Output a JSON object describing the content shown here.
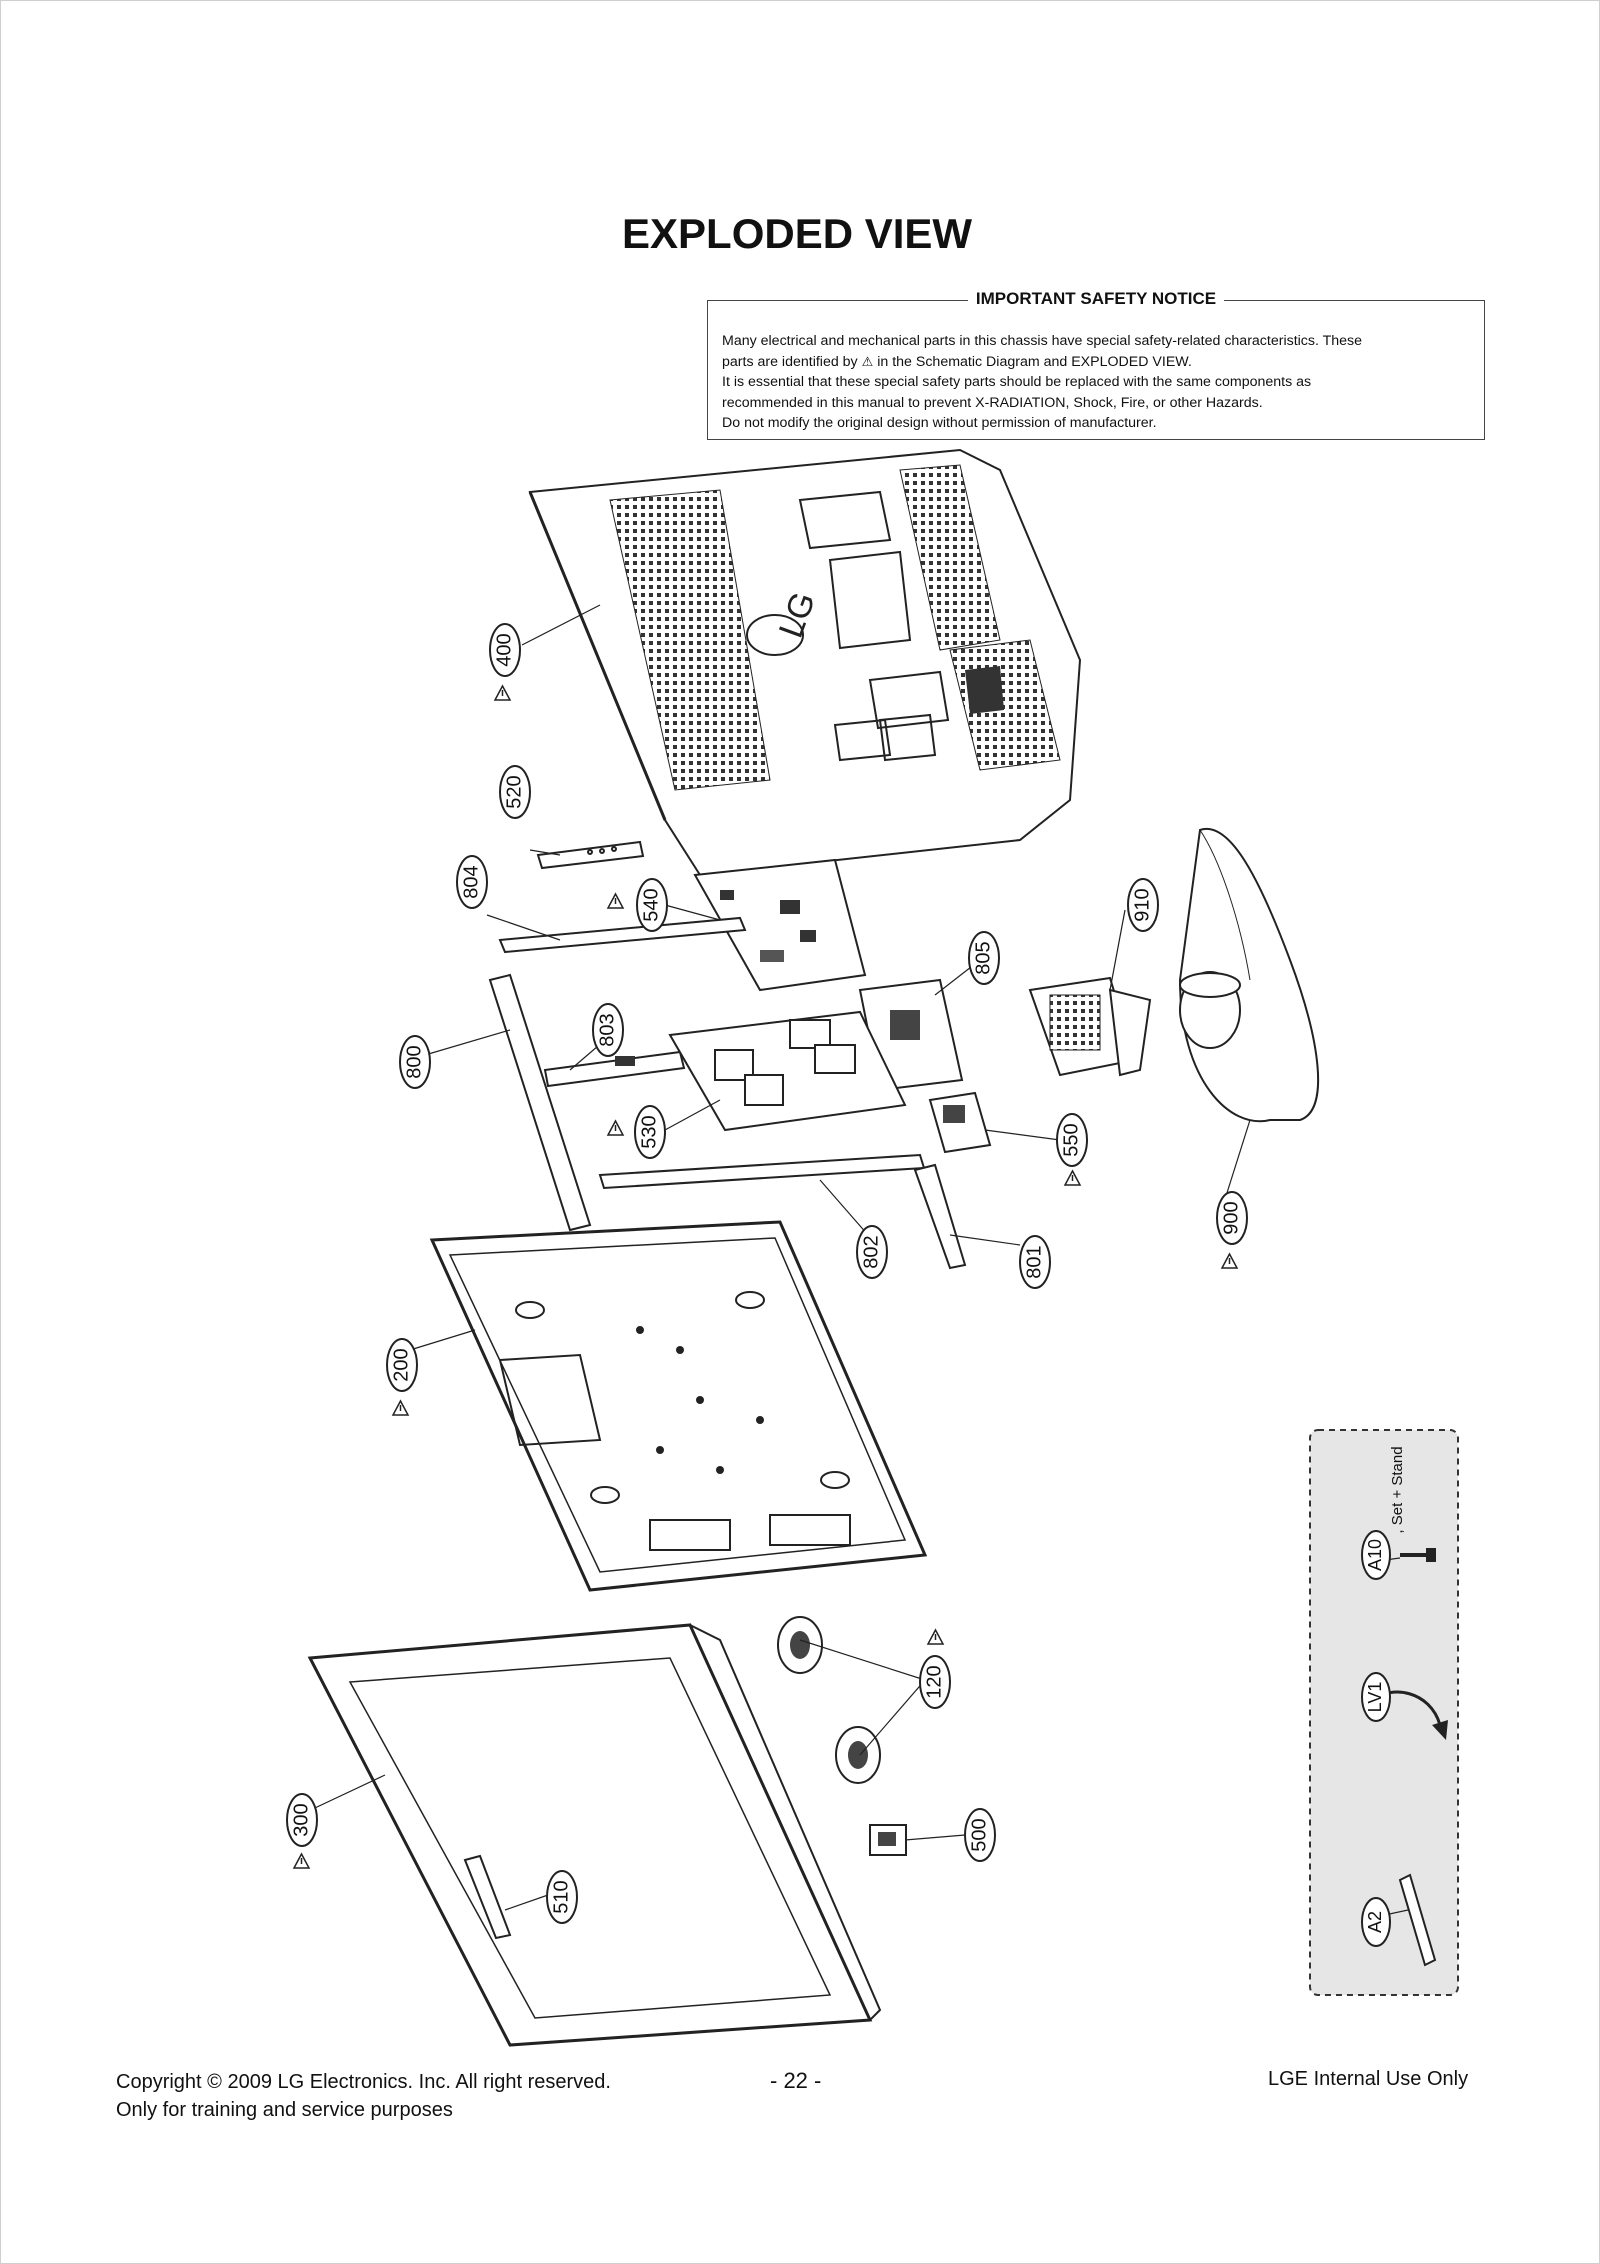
{
  "title": "EXPLODED VIEW",
  "notice": {
    "heading": "IMPORTANT SAFETY NOTICE",
    "line1": "Many electrical and mechanical parts in this chassis have special safety-related characteristics. These",
    "line2a": "parts are identified by",
    "line2b": "in the Schematic Diagram and EXPLODED VIEW.",
    "line3": "It is essential that these special safety parts should be replaced with the same components as",
    "line4": "recommended in this manual to prevent X-RADIATION, Shock, Fire, or other Hazards.",
    "line5": "Do not modify the original design without permission of manufacturer."
  },
  "callouts": {
    "c400": "400",
    "c520": "520",
    "c804": "804",
    "c540": "540",
    "c910": "910",
    "c805": "805",
    "c803": "803",
    "c800": "800",
    "c530": "530",
    "c550": "550",
    "c900": "900",
    "c802": "802",
    "c801": "801",
    "c200": "200",
    "c120": "120",
    "c500": "500",
    "c300": "300",
    "c510": "510",
    "cA10": "A10",
    "cLV1": "LV1",
    "cA2": "A2"
  },
  "accessory_note": ", Set + Stand",
  "logo_text": "LG",
  "footer": {
    "copyright": "Copyright  © 2009 LG Electronics. Inc. All right reserved.",
    "training": "Only for training and service purposes",
    "page": "- 22 -",
    "internal": "LGE Internal Use Only"
  },
  "colors": {
    "line": "#222222",
    "accessory_bg": "#e6e6e6"
  },
  "icons": [
    "warning-triangle-icon"
  ]
}
